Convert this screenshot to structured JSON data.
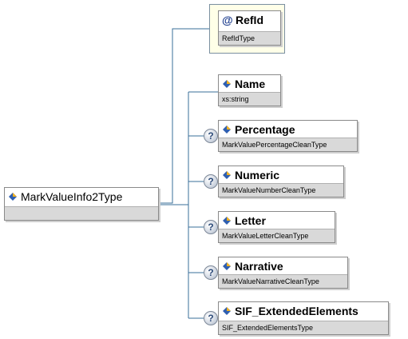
{
  "root": {
    "name": "MarkValueInfo2Type",
    "type": ""
  },
  "attribute": {
    "name": "RefId",
    "type": "RefIdType",
    "icon": "at-icon"
  },
  "elements": [
    {
      "name": "Name",
      "type": "xs:string",
      "optional": false
    },
    {
      "name": "Percentage",
      "type": "MarkValuePercentageCleanType",
      "optional": true
    },
    {
      "name": "Numeric",
      "type": "MarkValueNumberCleanType",
      "optional": true
    },
    {
      "name": "Letter",
      "type": "MarkValueLetterCleanType",
      "optional": true
    },
    {
      "name": "Narrative",
      "type": "MarkValueNarrativeCleanType",
      "optional": true
    },
    {
      "name": "SIF_ExtendedElements",
      "type": "SIF_ExtendedElementsType",
      "optional": true
    }
  ],
  "optional_marker": "?",
  "colors": {
    "connector": "#3a6f9a",
    "attribute_bg": "#ffffe8",
    "type_bar": "#d9d9d9"
  }
}
